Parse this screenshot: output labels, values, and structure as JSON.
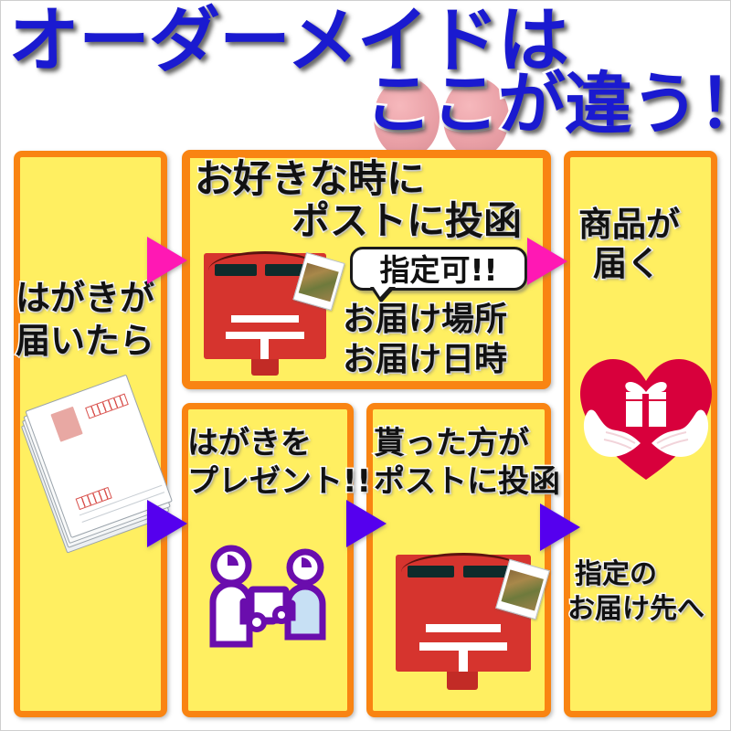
{
  "title": {
    "line1": "オーダーメイドは",
    "line2": "ここが違う！",
    "color": "#1a1ad0",
    "highlight_color": "#e9a0a6"
  },
  "colors": {
    "panel_bg": "#ffef61",
    "panel_border": "#f98412",
    "arrow_pink": "#ff18b4",
    "arrow_purple": "#5500ee",
    "mailbox_red": "#d6342e",
    "heart_red": "#d8003c",
    "people_purple": "#6a0dad",
    "people_blue": "#c7e0f4",
    "text_black": "#111111",
    "page_bg": "#ffffff"
  },
  "panels": {
    "left": {
      "name": "はがきが届いたら",
      "text_line1": "はがきが",
      "text_line2": "届いたら",
      "icon": "postcard-stack-icon"
    },
    "mail": {
      "text_line1": "お好きな時に",
      "text_line2": "ポストに投函",
      "bubble": "指定可!!",
      "text_line3": "お届け場所",
      "text_line4": "お届け日時",
      "icon": "mailbox-icon"
    },
    "present": {
      "text_line1": "はがきを",
      "text_line2": "プレゼント!!",
      "icon": "gift-exchange-icon"
    },
    "drop": {
      "text_line1": "貰った方が",
      "text_line2": "ポストに投函",
      "icon": "mailbox-icon"
    },
    "right": {
      "text_line1": "商品が",
      "text_line2": "届く",
      "icon": "heart-hands-gift-icon",
      "text_line3": "指定の",
      "text_line4": "お届け先へ"
    }
  },
  "arrows": [
    {
      "id": "arrow-1",
      "color": "#ff18b4",
      "direction": "right",
      "from": "left",
      "to": "mail"
    },
    {
      "id": "arrow-2",
      "color": "#ff18b4",
      "direction": "right",
      "from": "mail",
      "to": "right"
    },
    {
      "id": "arrow-3",
      "color": "#5500ee",
      "direction": "right",
      "from": "left",
      "to": "present"
    },
    {
      "id": "arrow-4",
      "color": "#5500ee",
      "direction": "right",
      "from": "present",
      "to": "drop"
    },
    {
      "id": "arrow-5",
      "color": "#5500ee",
      "direction": "right",
      "from": "drop",
      "to": "right"
    }
  ]
}
